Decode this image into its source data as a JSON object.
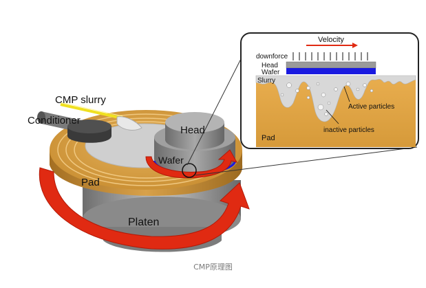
{
  "labels": {
    "cmp_slurry": "CMP slurry",
    "conditioner": "Conditioner",
    "head": "Head",
    "wafer": "Wafer",
    "pad": "Pad",
    "platen": "Platen"
  },
  "inset": {
    "velocity": "Velocity",
    "downforce": "downforce",
    "head": "Head",
    "wafer": "Wafer",
    "slurry": "Slurry",
    "pad": "Pad",
    "active_particles": "Active particles",
    "inactive_particles": "inactive particles"
  },
  "caption": "CMP原理图",
  "colors": {
    "pad": "#d49a3c",
    "pad_inner": "#c9c9c9",
    "platen": "#9a9a9a",
    "arrow": "#e02a12",
    "wafer": "#1a1ae0",
    "head_gray": "#8c8c8c",
    "slurry": "#d8d8d8"
  }
}
